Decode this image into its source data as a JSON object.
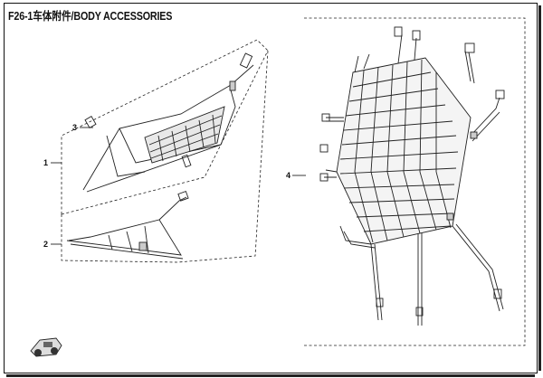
{
  "page": {
    "title": "F26-1车体附件/BODY ACCESSORIES"
  },
  "callouts": [
    {
      "id": "item-1",
      "label": "1"
    },
    {
      "id": "item-2",
      "label": "2"
    },
    {
      "id": "item-3",
      "label": "3"
    },
    {
      "id": "item-4",
      "label": "4"
    }
  ],
  "icons": {
    "thumbnail": "vehicle-thumbnail-icon"
  }
}
